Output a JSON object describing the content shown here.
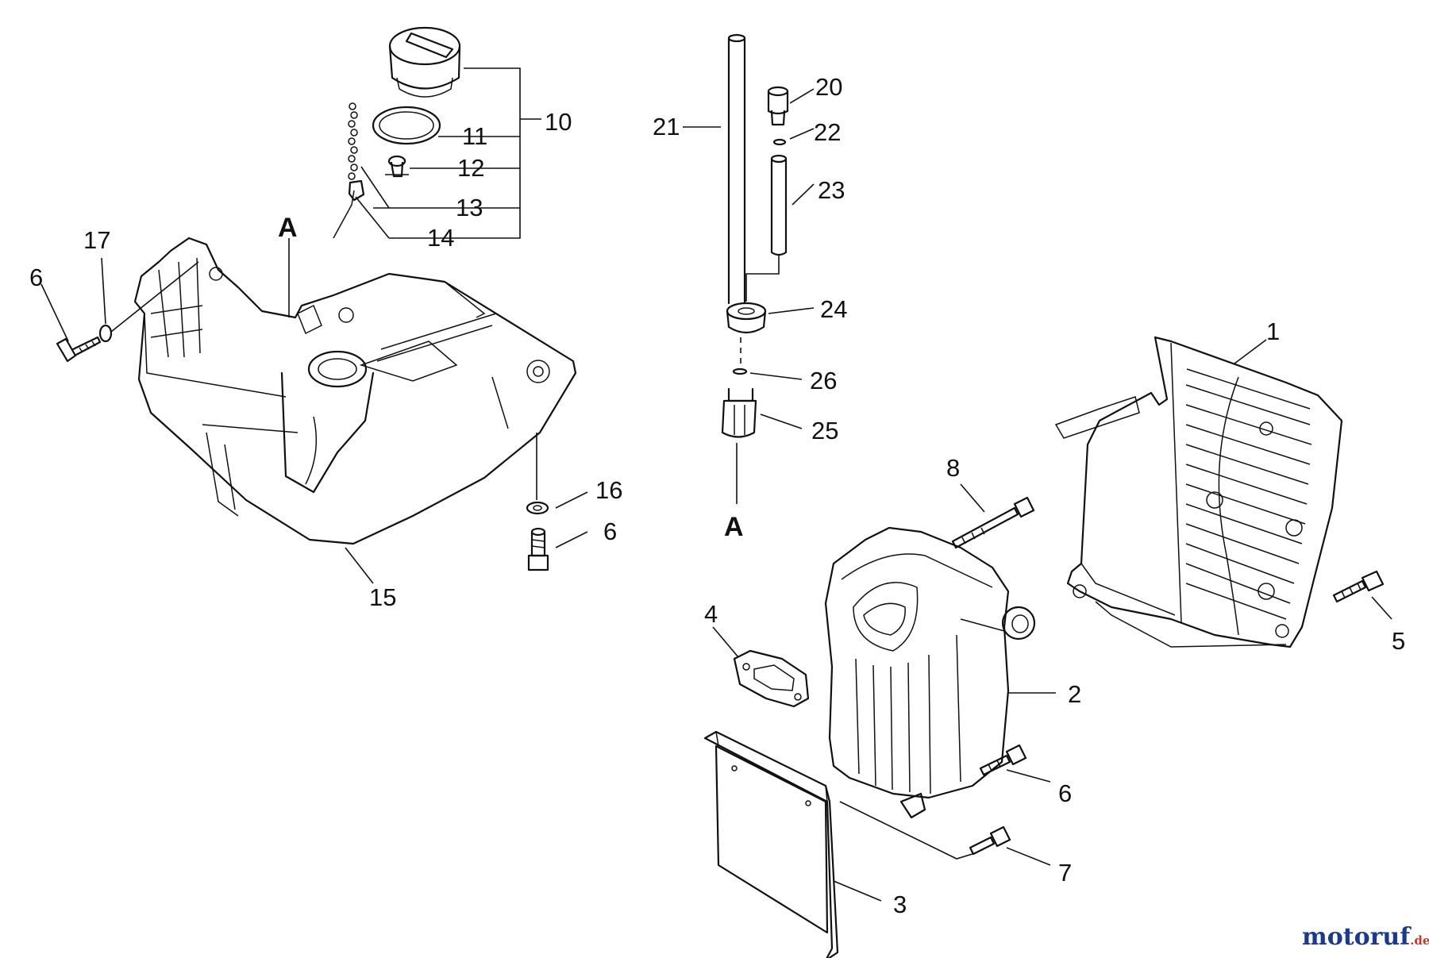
{
  "diagram": {
    "callouts": [
      "1",
      "2",
      "3",
      "4",
      "5",
      "6",
      "6",
      "6",
      "7",
      "8",
      "10",
      "11",
      "12",
      "13",
      "14",
      "15",
      "16",
      "17",
      "20",
      "21",
      "22",
      "23",
      "24",
      "25",
      "26"
    ],
    "connector_labels": [
      "A",
      "A"
    ]
  },
  "watermark": {
    "brand": "motoruf",
    "tld": ".de",
    "color_a": "#1b3a8a",
    "color_b": "#c0392b"
  }
}
